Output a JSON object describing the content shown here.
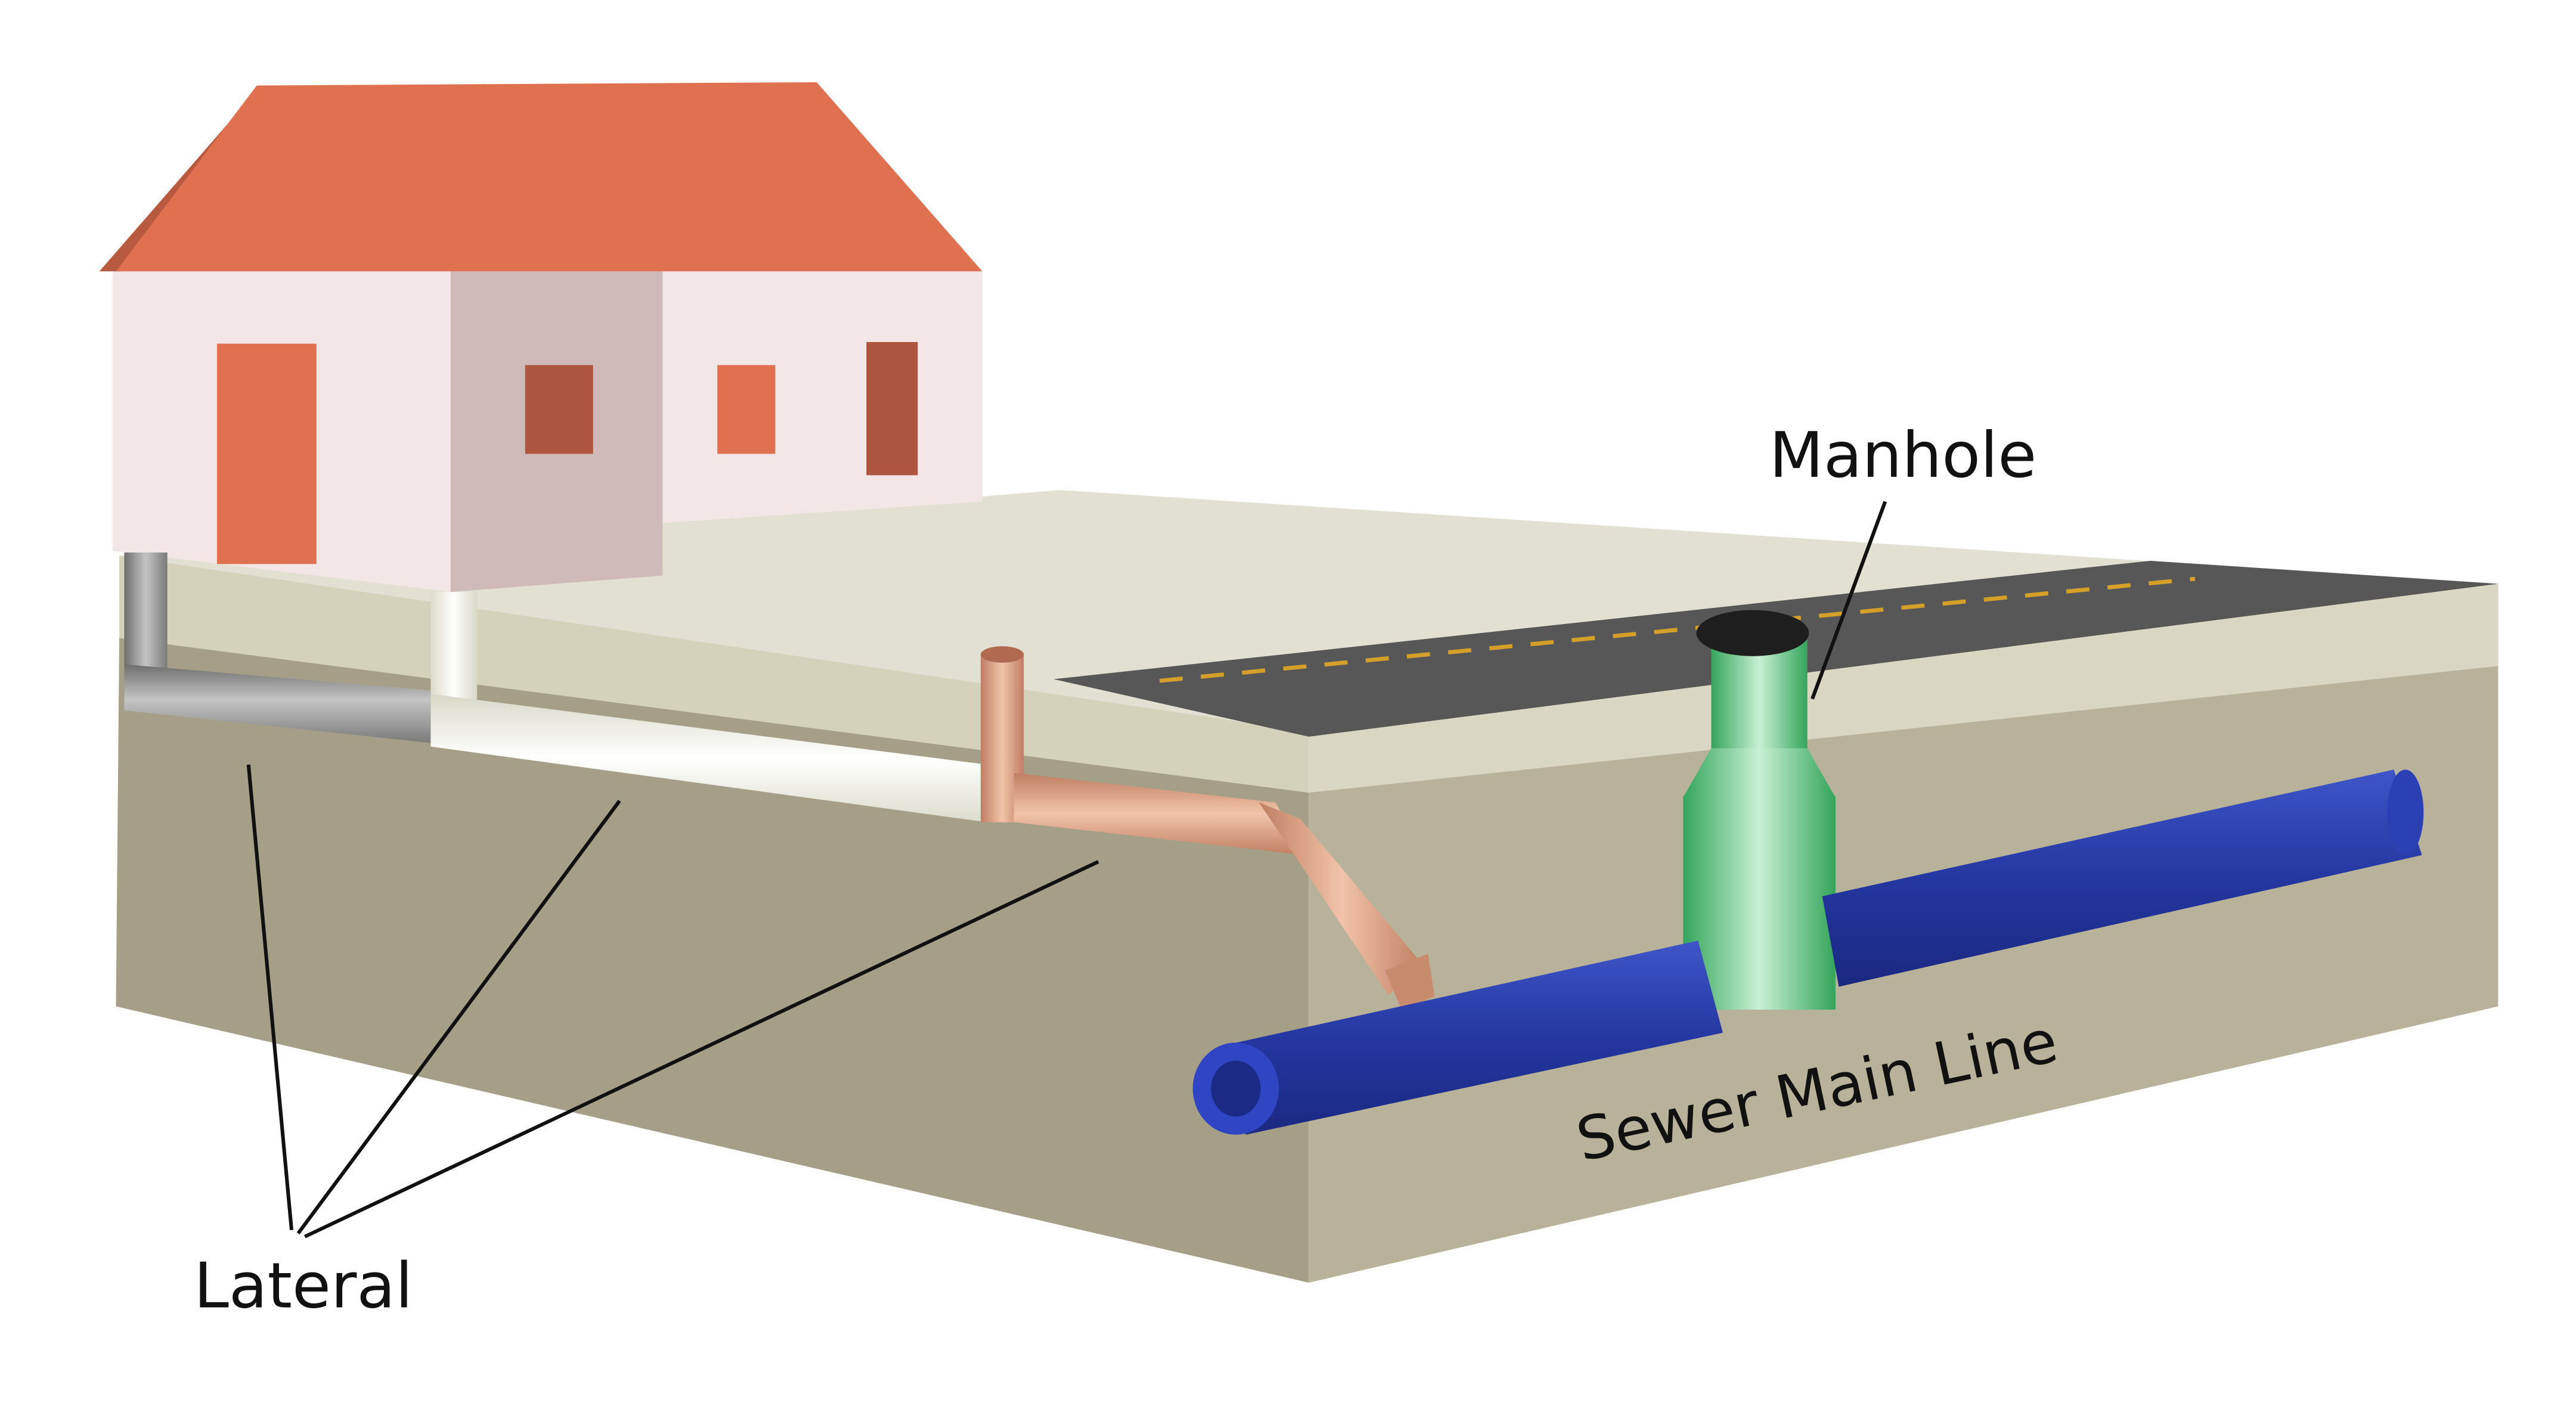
{
  "labels": {
    "manhole": "Manhole",
    "sewer_main": "Sewer Main Line",
    "lateral": "Lateral"
  },
  "colors": {
    "roof": "#e07150",
    "wall_light": "#f3e6e6",
    "wall_shade": "#cfb9b9",
    "door": "#e07150",
    "window_dark": "#ad553f",
    "window_light": "#e07150",
    "ground_top": "#e2e0d2",
    "ground_strip": "#d4d2ba",
    "soil_front": "#a59f87",
    "soil_side": "#b8b29a",
    "road": "#575757",
    "road_dash": "#d4a02a",
    "pipe_gray": "#8e8e8e",
    "pipe_white": "#f5f5ea",
    "pipe_copper": "#d69a7c",
    "manhole_green": "#52c17a",
    "sewer_blue": "#2437a0",
    "leader": "#111111"
  },
  "icons": [
    "house-icon",
    "manhole-icon",
    "sewer-pipe-icon"
  ]
}
